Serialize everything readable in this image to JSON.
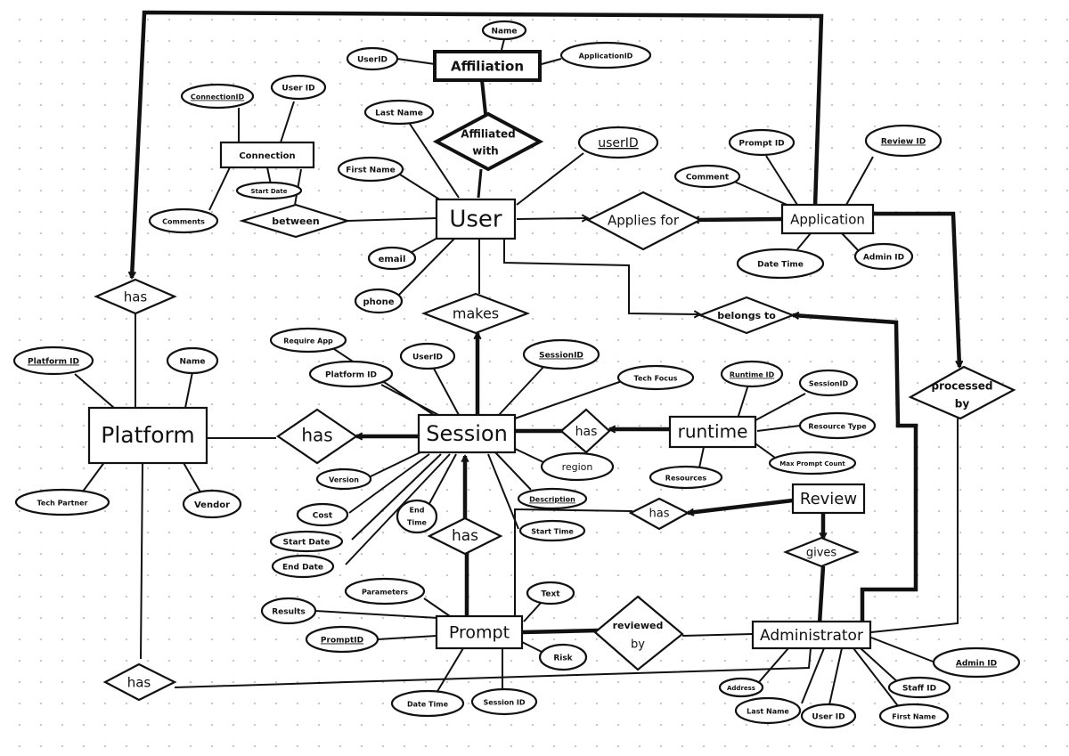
{
  "entities": {
    "affiliation": "Affiliation",
    "user": "User",
    "connection": "Connection",
    "application": "Application",
    "platform": "Platform",
    "session": "Session",
    "runtime": "runtime",
    "review": "Review",
    "prompt": "Prompt",
    "administrator": "Administrator"
  },
  "relationships": {
    "affiliated_with": [
      "Affiliated",
      "with"
    ],
    "between": "between",
    "applies_for": "Applies for",
    "makes": "makes",
    "belongs_to": "belongs to",
    "processed_by": [
      "processed",
      "by"
    ],
    "has_user_platform": "has",
    "has_platform_session": "has",
    "has_session_runtime": "has",
    "has_review_session": "has",
    "has_prompt_session": "has",
    "gives": "gives",
    "reviewed_by": [
      "reviewed",
      "by"
    ],
    "has_platform_admin": "has"
  },
  "attributes": {
    "aff_name": "Name",
    "aff_userid": "UserID",
    "aff_applicationid": "ApplicationID",
    "conn_connectionid": "ConnectionID",
    "conn_userid": "User ID",
    "conn_startdate": "Start Date",
    "conn_comments": "Comments",
    "user_lastname": "Last Name",
    "user_firstname": "First Name",
    "user_userid": "userID",
    "user_email": "email",
    "user_phone": "phone",
    "app_promptid": "Prompt ID",
    "app_reviewid": "Review ID",
    "app_comment": "Comment",
    "app_datetime": "Date Time",
    "app_adminid": "Admin ID",
    "plat_platformid": "Platform ID",
    "plat_name": "Name",
    "plat_techpartner": "Tech Partner",
    "plat_vendor": "Vendor",
    "sess_requireapp": "Require App",
    "sess_platformid": "Platform ID",
    "sess_userid": "UserID",
    "sess_sessionid": "SessionID",
    "sess_techfocus": "Tech Focus",
    "sess_version": "Version",
    "sess_cost": "Cost",
    "sess_startdate": "Start Date",
    "sess_enddate": "End Date",
    "sess_endtime": [
      "End",
      "Time"
    ],
    "sess_description": "Description",
    "sess_starttime": "Start Time",
    "sess_region": "region",
    "rt_runtimeid": "Runtime ID",
    "rt_sessionid": "SessionID",
    "rt_resourcetype": "Resource Type",
    "rt_maxpromptcount": "Max Prompt Count",
    "rt_resources": "Resources",
    "pr_results": "Results",
    "pr_parameters": "Parameters",
    "pr_text": "Text",
    "pr_promptid": "PromptID",
    "pr_risk": "Risk",
    "pr_datetime": "Date Time",
    "pr_sessionid": "Session ID",
    "ad_adminid": "Admin ID",
    "ad_staffid": "Staff ID",
    "ad_firstname": "First Name",
    "ad_userid": "User ID",
    "ad_lastname": "Last Name",
    "ad_address": "Address"
  }
}
